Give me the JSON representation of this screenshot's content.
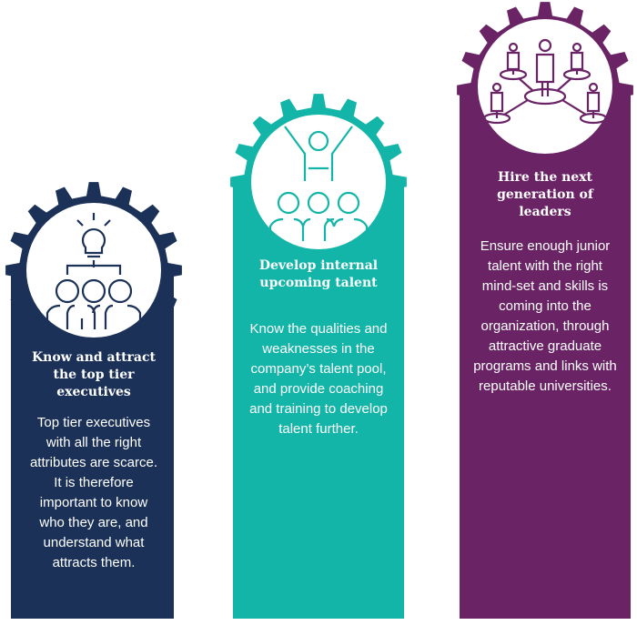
{
  "colors": {
    "navy": "#1b3158",
    "teal": "#13b5a8",
    "purple": "#6a2466"
  },
  "cards": [
    {
      "icon": "lightbulb-team-icon",
      "title": "Know and attract the top tier executives",
      "text": "Top tier executives with all the right attributes are scarce. It is therefore important to know who they are, and understand what attracts them."
    },
    {
      "icon": "celebrating-team-icon",
      "title": "Develop internal upcoming talent",
      "text": "Know the qualities and weaknesses in the company’s talent pool, and provide coaching and training to develop talent further."
    },
    {
      "icon": "network-people-icon",
      "title": "Hire the next generation of leaders",
      "text": "Ensure enough junior talent with the right mind-set and skills is coming into the organization, through attractive graduate programs and links with reputable universities."
    }
  ]
}
